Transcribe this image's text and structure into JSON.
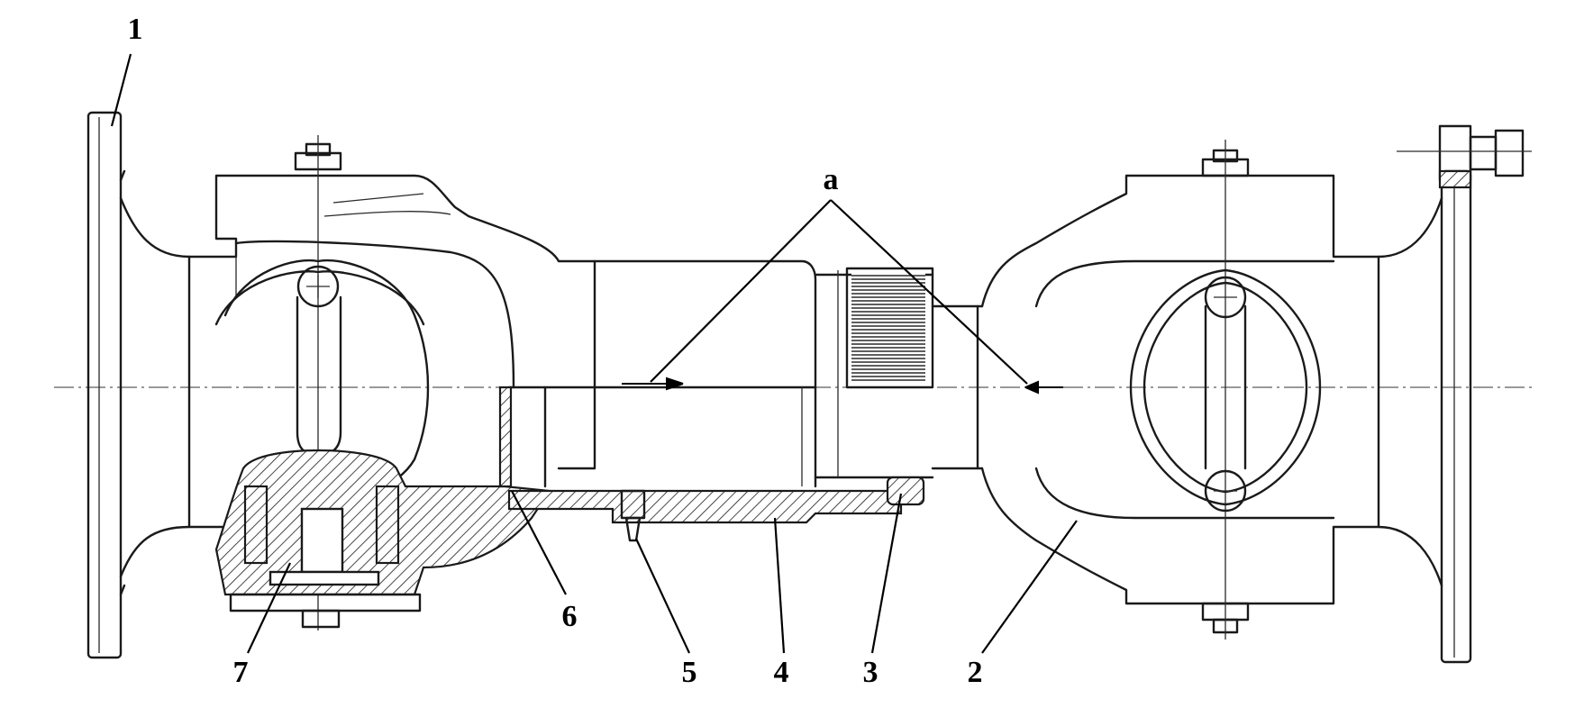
{
  "labels": {
    "l1": "1",
    "l2": "2",
    "l3": "3",
    "l4": "4",
    "l5": "5",
    "l6": "6",
    "l7": "7",
    "la": "a"
  },
  "colors": {
    "ink": "#1a1a1a",
    "background": "#ffffff"
  }
}
